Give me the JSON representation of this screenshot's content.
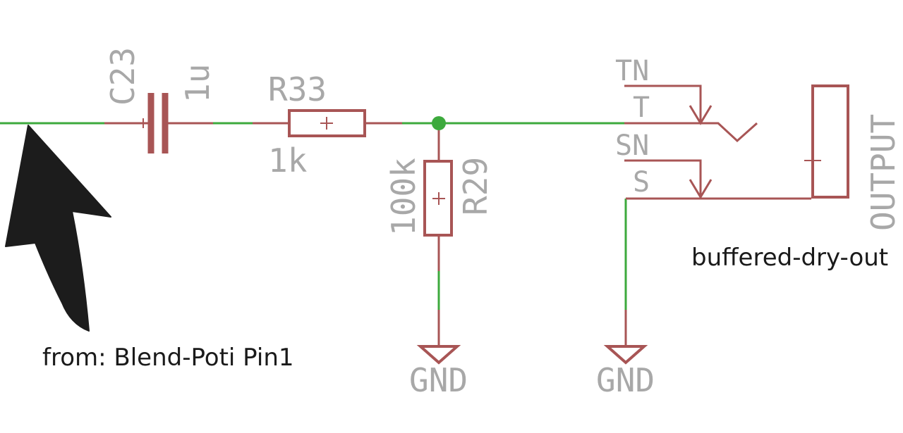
{
  "colors": {
    "wire": "#3daa3d",
    "part": "#a85555",
    "label": "#a8a8a8",
    "annotation": "#1a1a1a",
    "arrow": "#1c1c1c"
  },
  "capacitor": {
    "name": "C23",
    "value": "1u"
  },
  "resistor_series": {
    "name": "R33",
    "value": "1k"
  },
  "resistor_shunt": {
    "name": "R29",
    "value": "100k"
  },
  "ground_left": {
    "label": "GND"
  },
  "ground_right": {
    "label": "GND"
  },
  "jack": {
    "pins": {
      "tn": "TN",
      "t": "T",
      "sn": "SN",
      "s": "S"
    },
    "name": "OUTPUT",
    "net_label": "buffered-dry-out"
  },
  "annotation": {
    "text": "from: Blend-Poti Pin1",
    "icon": "arrow-pointer-icon"
  }
}
